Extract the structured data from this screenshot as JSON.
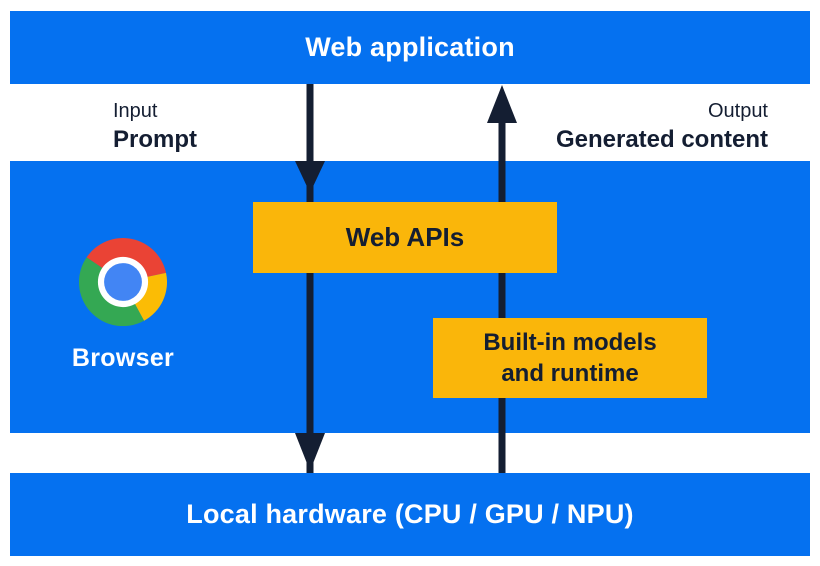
{
  "diagram": {
    "web_application": {
      "label": "Web application"
    },
    "input": {
      "caption": "Input",
      "value": "Prompt"
    },
    "output": {
      "caption": "Output",
      "value": "Generated content"
    },
    "browser": {
      "label": "Browser"
    },
    "web_apis": {
      "label": "Web APIs"
    },
    "builtin_models": {
      "line1": "Built-in models",
      "line2": "and runtime"
    },
    "local_hardware": {
      "label": "Local hardware (CPU / GPU / NPU)"
    },
    "icons": {
      "browser_logo": "chrome-logo",
      "flow_down": "arrow-down",
      "flow_up": "arrow-up"
    },
    "colors": {
      "panel_blue": "#0571F0",
      "accent_yellow": "#FAB60A",
      "ink_dark_navy": "#141E32",
      "text_on_blue": "#FFFFFF",
      "chrome_red": "#EA4335",
      "chrome_yellow": "#FBBC05",
      "chrome_green": "#34A853",
      "chrome_blue": "#4285F4"
    }
  }
}
